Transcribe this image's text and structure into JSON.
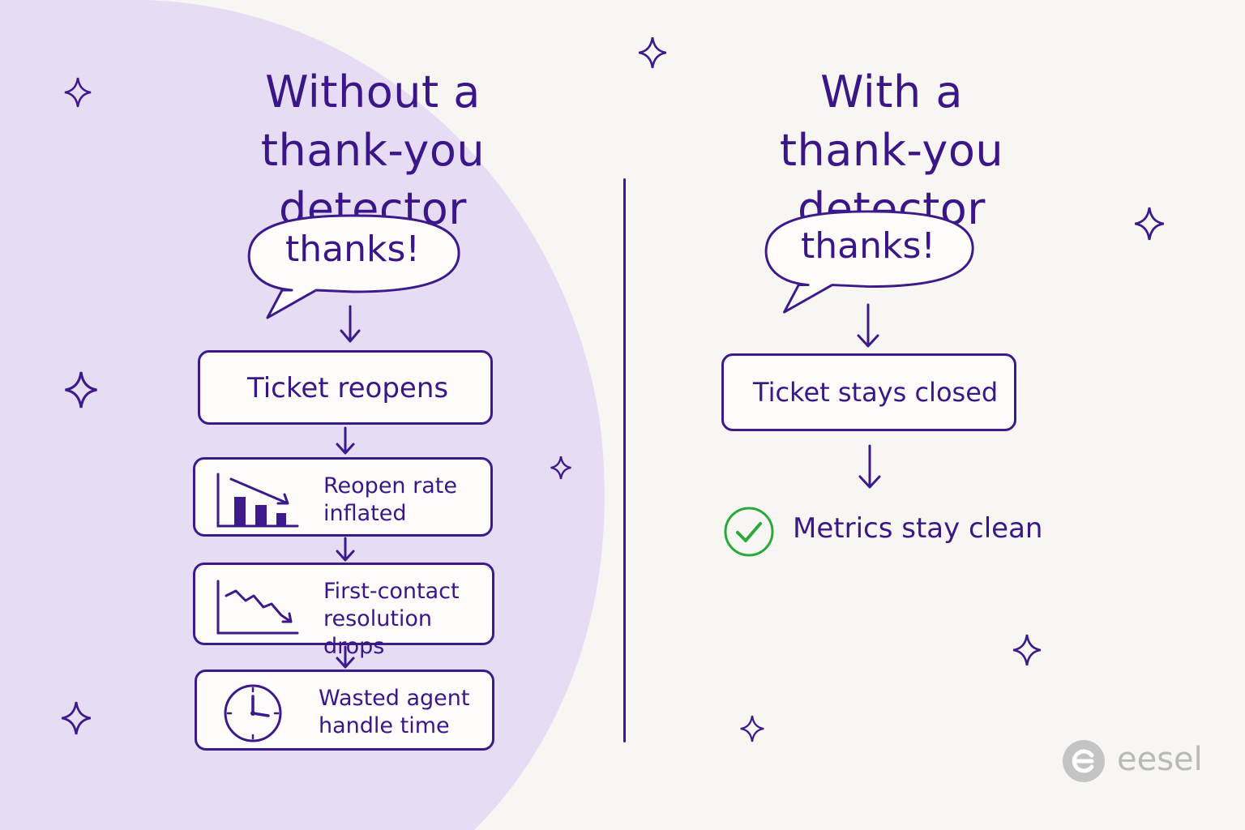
{
  "left": {
    "title_line1": "Without a",
    "title_line2": "thank-you detector",
    "bubble": "thanks!",
    "step1": "Ticket reopens",
    "step2": {
      "line1": "Reopen rate",
      "line2": "inflated"
    },
    "step3": {
      "line1": "First-contact",
      "line2": "resolution drops"
    },
    "step4": {
      "line1": "Wasted agent",
      "line2": "handle time"
    }
  },
  "right": {
    "title_line1": "With a",
    "title_line2": "thank-you detector",
    "bubble": "thanks!",
    "step1": "Ticket stays closed",
    "result": "Metrics stay clean"
  },
  "brand": {
    "name": "eesel"
  },
  "colors": {
    "ink": "#3d1a8c",
    "panel": "#e6dcf3",
    "background": "#f8f6f3",
    "check": "#2aa83a",
    "logo": "#b9b9b9"
  },
  "icons": {
    "left_panel": [
      "bar-chart-down-icon",
      "line-chart-down-icon",
      "clock-icon"
    ],
    "right_panel": [
      "check-circle-icon"
    ],
    "decor": "sparkle-icon"
  }
}
